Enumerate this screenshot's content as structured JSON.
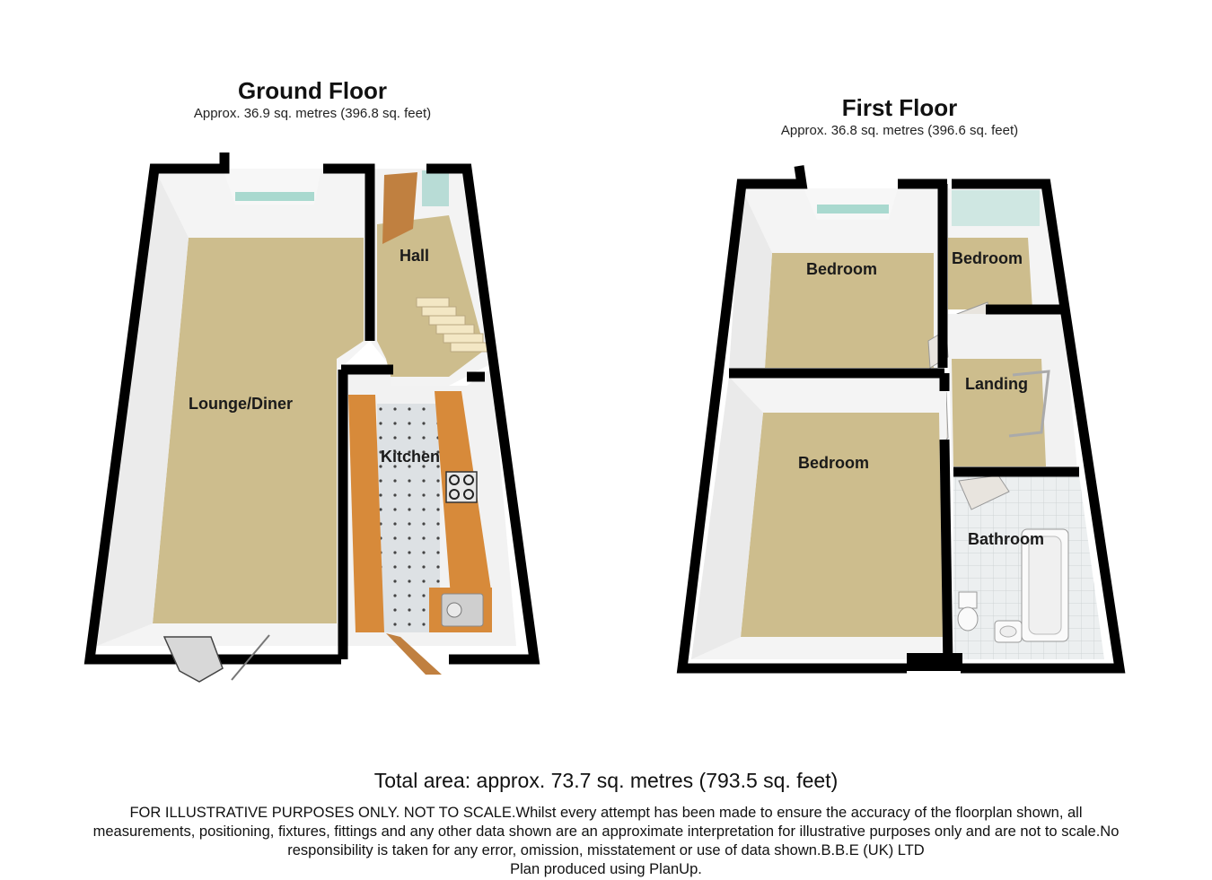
{
  "ground_floor": {
    "title": "Ground Floor",
    "area": "Approx.  36.9 sq. metres (396.8 sq. feet)",
    "rooms": {
      "lounge": "Lounge/Diner",
      "hall": "Hall",
      "kitchen": "Kitchen"
    }
  },
  "first_floor": {
    "title": "First Floor",
    "area": "Approx.  36.8 sq. metres (396.6 sq. feet)",
    "rooms": {
      "bedroom1": "Bedroom",
      "bedroom2": "Bedroom",
      "bedroom3": "Bedroom",
      "landing": "Landing",
      "bathroom": "Bathroom"
    }
  },
  "total_area": "Total area: approx.  73.7 sq. metres (793.5 sq. feet)",
  "disclaimer": [
    "FOR ILLUSTRATIVE PURPOSES ONLY. NOT TO SCALE.Whilst every attempt has been made to ensure the accuracy of the floorplan shown, all",
    "measurements, positioning, fixtures, fittings and any other data shown are an approximate interpretation for illustrative purposes only and are not to scale.No",
    "responsibility is taken for any error, omission, misstatement or use of data shown.B.B.E (UK) LTD",
    "Plan produced using PlanUp."
  ],
  "colors": {
    "wall": "#000000",
    "carpet": "#cdbd8d",
    "kitchen_floor": "#d9dde0",
    "worktop": "#d78a3a",
    "bathroom_floor": "#e6eaec",
    "window": "#a9d9cf"
  }
}
